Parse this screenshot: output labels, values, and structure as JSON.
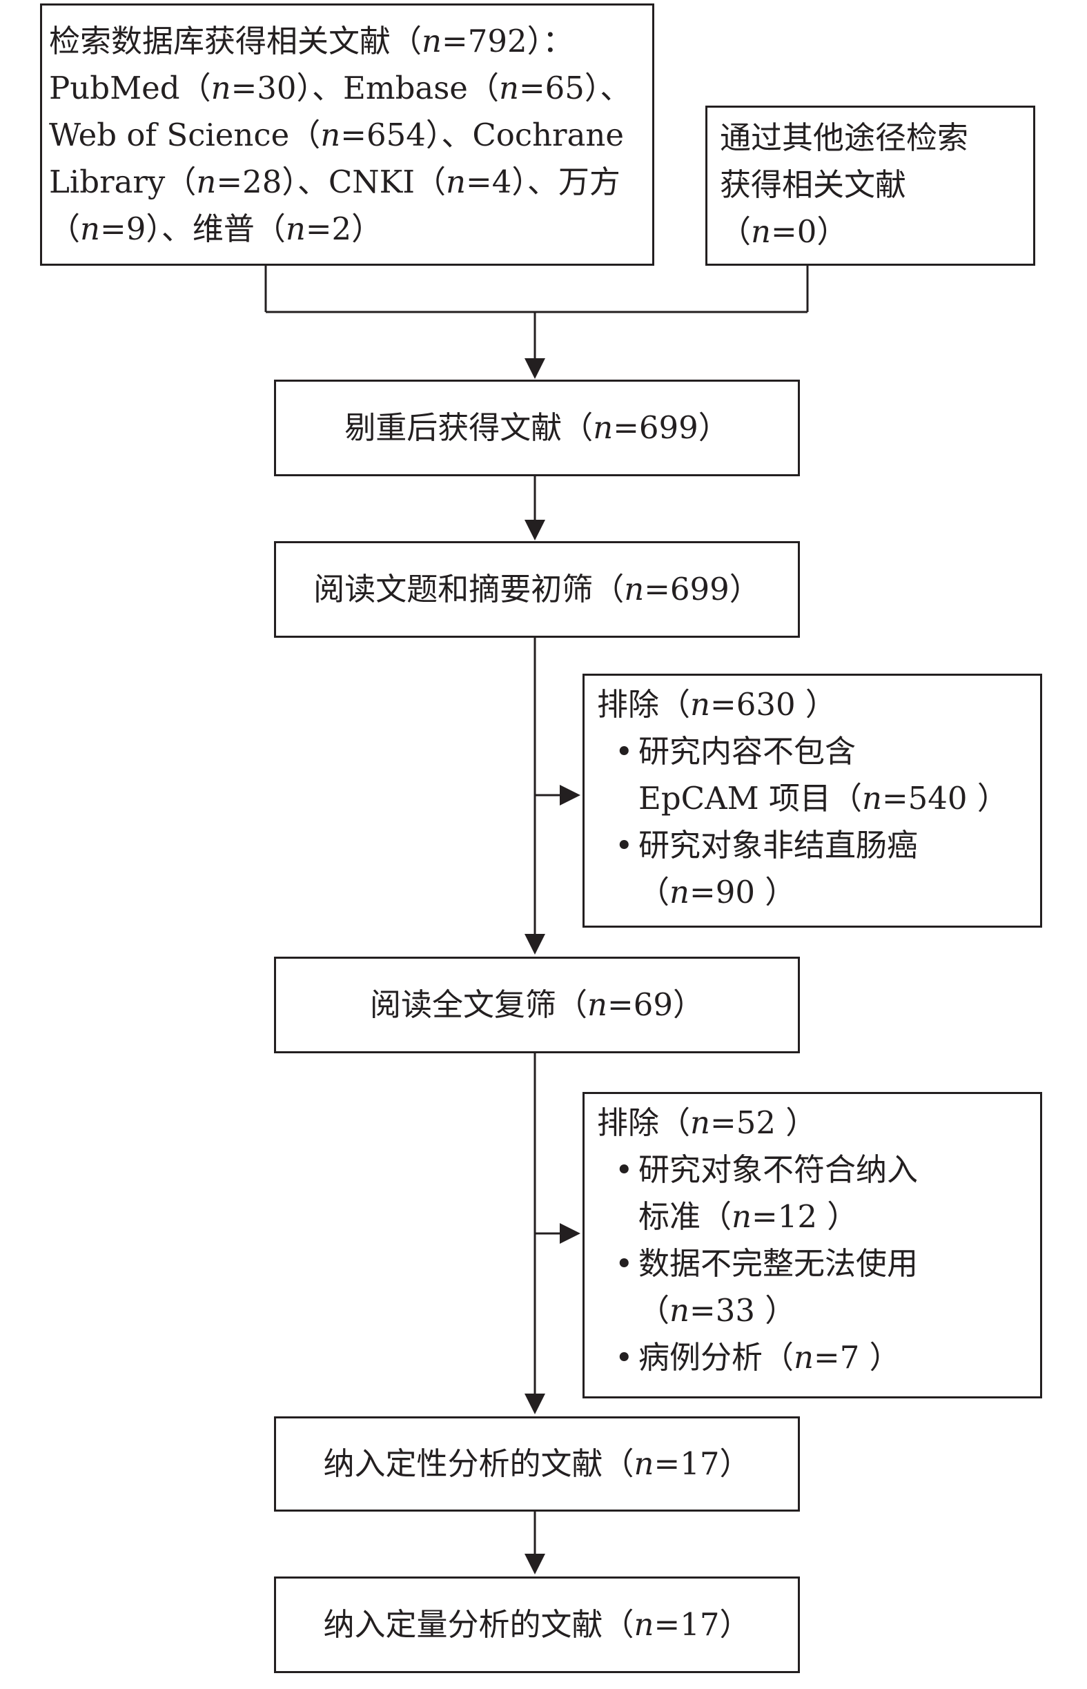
{
  "search_box": {
    "lines": [
      "检索数据库获得相关文献（n=792）：",
      "PubMed（n=30）、Embase（n=65）、",
      "Web of Science（n=654）、Cochrane",
      "Library（n=28）、CNKI（n=4）、万方",
      "（n=9）、维普（n=2）"
    ]
  },
  "other_box": {
    "lines": [
      "通过其他途径检索",
      "获得相关文献",
      "（n=0）"
    ]
  },
  "dedup_box": {
    "text": "剔重后获得文献（n=699）"
  },
  "screen_box": {
    "text": "阅读文题和摘要初筛（n=699）"
  },
  "exclude1": {
    "header": "排除（n=630 ）",
    "items": [
      {
        "bullet": "•",
        "lines": [
          "研究内容不包含",
          "EpCAM 项目（n=540 ）"
        ]
      },
      {
        "bullet": "•",
        "lines": [
          "研究对象非结直肠癌",
          "（n=90 ）"
        ]
      }
    ]
  },
  "fulltext_box": {
    "text": "阅读全文复筛（n=69）"
  },
  "exclude2": {
    "header": "排除（n=52 ）",
    "items": [
      {
        "bullet": "•",
        "lines": [
          "研究对象不符合纳入",
          "标准（n=12 ）"
        ]
      },
      {
        "bullet": "•",
        "lines": [
          "数据不完整无法使用",
          "（n=33 ）"
        ]
      },
      {
        "bullet": "•",
        "lines": [
          "病例分析（n=7 ）"
        ]
      }
    ]
  },
  "qualitative_box": {
    "text": "纳入定性分析的文献（n=17）"
  },
  "quantitative_box": {
    "text": "纳入定量分析的文献（n=17）"
  },
  "colors": {
    "stroke": "#231f20",
    "background": "#ffffff"
  }
}
